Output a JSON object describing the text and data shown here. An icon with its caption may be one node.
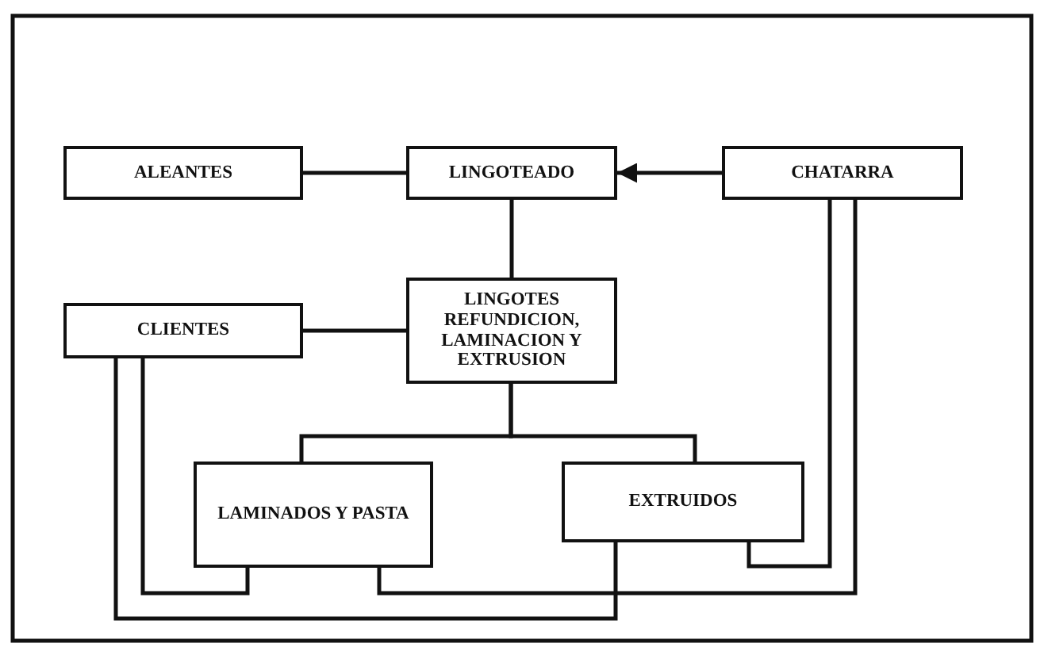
{
  "diagram": {
    "nodes": [
      {
        "text": [
          "ALEANTES"
        ]
      },
      {
        "text": [
          "LINGOTEADO"
        ]
      },
      {
        "text": [
          "CHATARRA"
        ]
      },
      {
        "text": [
          "CLIENTES"
        ]
      },
      {
        "text": [
          "LINGOTES REFUNDICION, LAMINACION Y EXTRUSION"
        ]
      },
      {
        "text": [
          "LAMINADOS Y PASTA"
        ]
      },
      {
        "text": [
          "EXTRUIDOS"
        ]
      }
    ],
    "edges": [
      {
        "from": 0,
        "to": 1,
        "arrow": "none"
      },
      {
        "from": 2,
        "to": 1,
        "arrow": "to"
      },
      {
        "from": 1,
        "to": 4,
        "arrow": "none"
      },
      {
        "from": 3,
        "to": 4,
        "arrow": "none"
      },
      {
        "from": 4,
        "to": 5,
        "arrow": "none"
      },
      {
        "from": 4,
        "to": 6,
        "arrow": "none"
      },
      {
        "from": 3,
        "to": 5,
        "arrow": "none"
      },
      {
        "from": 3,
        "to": 6,
        "arrow": "none"
      },
      {
        "from": 5,
        "to": 2,
        "arrow": "none"
      },
      {
        "from": 6,
        "to": 2,
        "arrow": "none"
      }
    ]
  }
}
